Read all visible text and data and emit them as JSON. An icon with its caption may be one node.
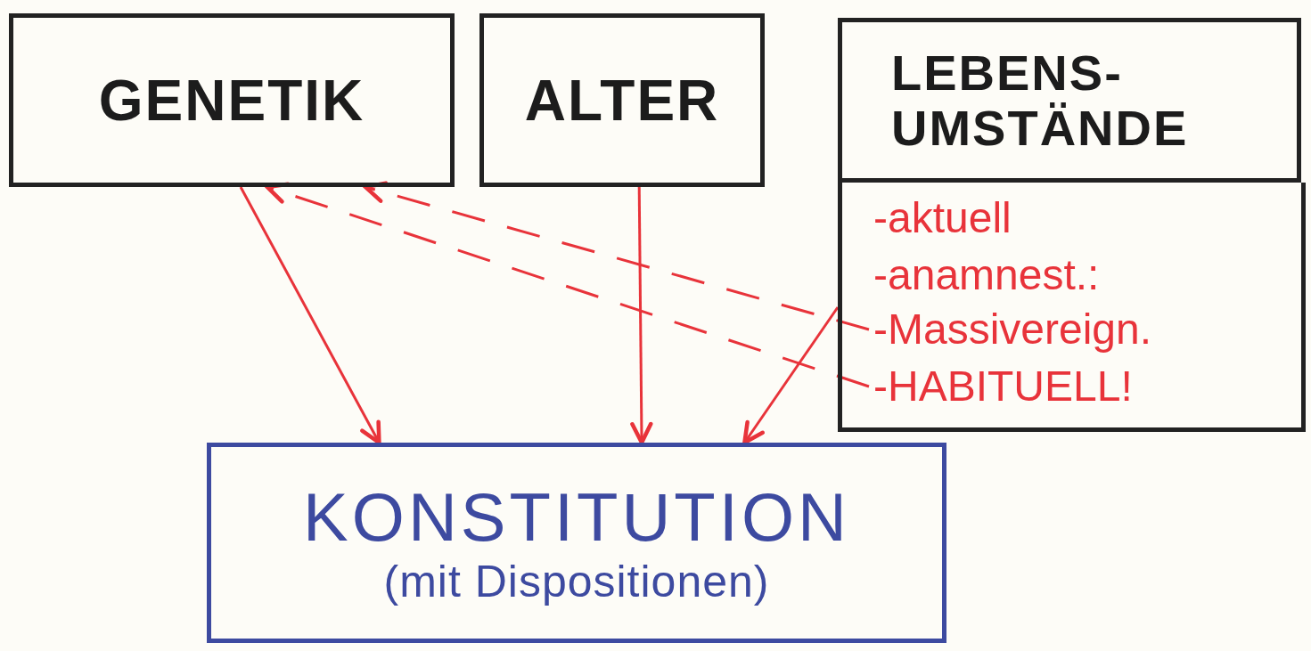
{
  "diagram": {
    "nodes": [
      {
        "text": [
          "GENETIK"
        ]
      },
      {
        "text": [
          "ALTER"
        ]
      },
      {
        "text": [
          "LEBENS- UMSTÄNDE"
        ]
      },
      {
        "text": [
          "-aktuell",
          "-anamnest.:"
        ]
      },
      {
        "text": [
          "-Massivereign."
        ],
        "in": 3
      },
      {
        "text": [
          "-HABITUELL!"
        ],
        "in": 3
      },
      {
        "text": [
          "KONSTITUTION",
          "(mit Dispositionen)"
        ]
      }
    ],
    "edges": [
      {
        "from": 0,
        "to": 6,
        "arrow": "to"
      },
      {
        "from": 1,
        "to": 6,
        "arrow": "to"
      },
      {
        "from": 3,
        "to": 6,
        "arrow": "to"
      },
      {
        "from": 4,
        "to": 0,
        "arrow": "to",
        "style": "dashed"
      },
      {
        "from": 5,
        "to": 0,
        "arrow": "to",
        "style": "dashed"
      }
    ]
  }
}
